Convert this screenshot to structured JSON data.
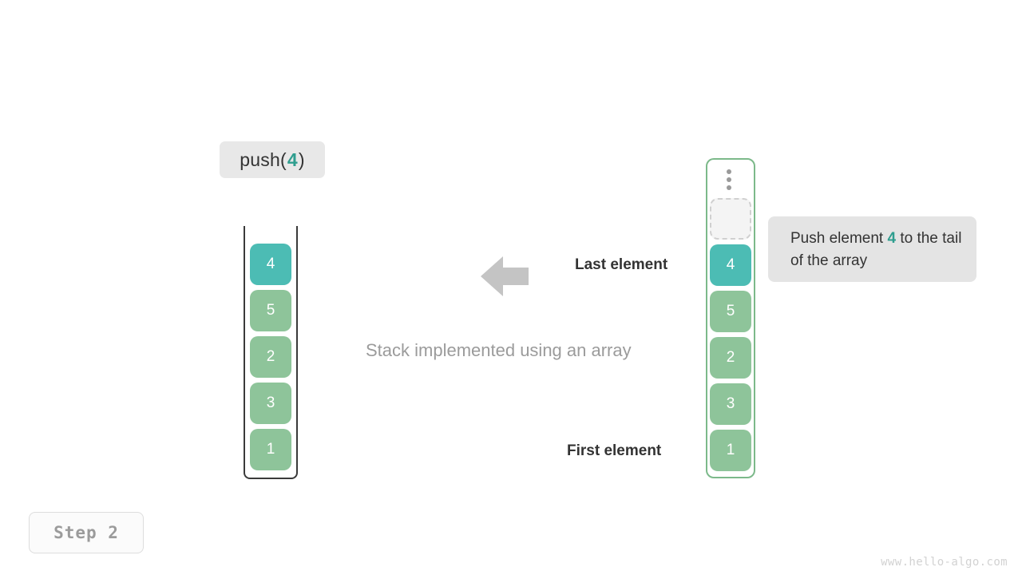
{
  "operation": {
    "name": "push",
    "open_paren": "(",
    "argument": "4",
    "close_paren": ")",
    "accent_color": "#2f9e8f"
  },
  "stack": {
    "title": "Stack implemented using an array",
    "cells_bottom_to_top": [
      "1",
      "3",
      "2",
      "5",
      "4"
    ],
    "top_cell_value": "4",
    "base_color": "#8ec49a",
    "highlight_color": "#4cbcb4"
  },
  "array": {
    "ellipsis_icon": "vertical-ellipsis",
    "empty_slot_label": "",
    "cells_top_to_bottom": [
      "4",
      "5",
      "2",
      "3",
      "1"
    ],
    "highlight_index": 0,
    "border_color": "#7cb98a"
  },
  "labels": {
    "last_element": "Last element",
    "first_element": "First element"
  },
  "callout": {
    "text_before": "Push element",
    "highlight": "4",
    "text_after": "to the tail of the array",
    "full_text": "Push element 4 to the tail of the array"
  },
  "step_badge": {
    "label": "Step 2"
  },
  "watermark": {
    "text": "www.hello-algo.com"
  }
}
